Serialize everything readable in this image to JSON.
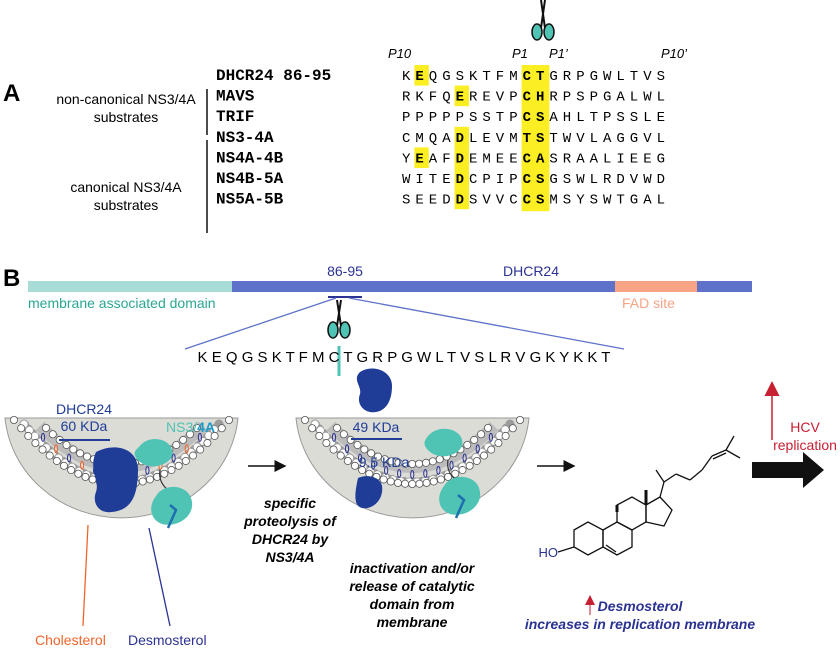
{
  "panel_a": {
    "label": "A",
    "positions": {
      "p10": "P10",
      "p1": "P1",
      "p1p": "P1’",
      "p10p": "P10’"
    },
    "rows": [
      {
        "name": "DHCR24 86-95",
        "seq": "KEQGSKTFMCTGRPGWLTVS"
      },
      {
        "name": "MAVS",
        "seq": "RKFQEREVPCHRPSPGALWL"
      },
      {
        "name": "TRIF",
        "seq": "PPPPPSSTPCSAHLTPSSLE"
      },
      {
        "name": "NS3-4A",
        "seq": "CMQADLEVMTSTWVLAGGVL"
      },
      {
        "name": "NS4A-4B",
        "seq": "YEAFDEMEECASRAALIEEG"
      },
      {
        "name": "NS4B-5A",
        "seq": "WITEDCPIPCSGSWLRDVWD"
      },
      {
        "name": "NS5A-5B",
        "seq": "SEEDDSVVCCSMSYSWTGAL"
      }
    ],
    "group_noncanonical": [
      "non-canonical NS3/4A",
      "substrates"
    ],
    "group_canonical": [
      "canonical NS3/4A",
      "substrates"
    ]
  },
  "panel_b": {
    "label": "B",
    "bar_membrane": "membrane associated domain",
    "bar_site": "86-95",
    "bar_name": "DHCR24",
    "bar_fad": "FAD site",
    "sequence": "K E Q G S K T F M C T G R P G W L T V S L R V G K Y K K T",
    "dhcr_label": "DHCR24",
    "dhcr_kda": "60 KDa",
    "ns3_a": "NS3/",
    "ns3_b": "4A",
    "frag_large": "49 KDa",
    "frag_small": "9.5 KDa",
    "cholesterol": "Cholesterol",
    "desmosterol": "Desmosterol",
    "step1": [
      "specific",
      "proteolysis of",
      "DHCR24 by",
      "NS3/4A"
    ],
    "step2": [
      "inactivation and/or",
      "release of catalytic",
      "domain from",
      "membrane"
    ],
    "ho": "HO",
    "desmo_title": "Desmosterol",
    "desmo_sub": "increases in replication membrane",
    "hcv": [
      "HCV",
      "replication"
    ]
  },
  "colors": {
    "highlight": "#fbee22",
    "teal_bar": "#a8dcd6",
    "blue_bar": "#5e72c9",
    "fad": "#f7a485",
    "dhcr_blue": "#1f3c97",
    "ns3_teal": "#4fc3b4",
    "cholesterol": "#f0642b",
    "red": "#c62032",
    "dark_blue_text": "#2b3292"
  }
}
